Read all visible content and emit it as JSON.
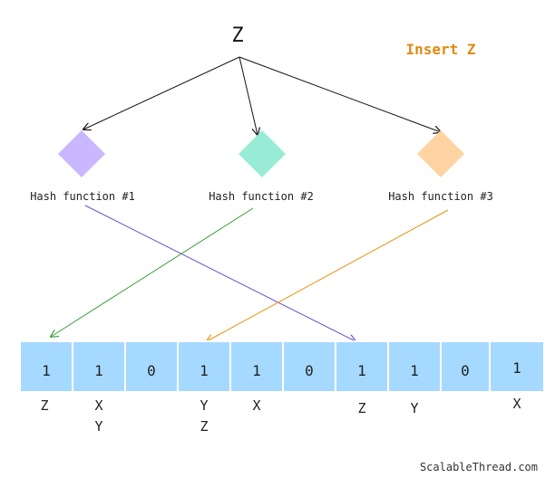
{
  "title": "Insert Z",
  "root": "Z",
  "hash_functions": [
    {
      "label": "Hash function #1",
      "color": "#c9b7ff",
      "arrow_color": "#6a4fd6",
      "target_cell": 6
    },
    {
      "label": "Hash function #2",
      "color": "#98ecd5",
      "arrow_color": "#3a9d3a",
      "target_cell": 0
    },
    {
      "label": "Hash function #3",
      "color": "#ffd3a2",
      "arrow_color": "#e8910f",
      "target_cell": 3
    }
  ],
  "bit_array": {
    "cell_color": "#a6d9ff",
    "bits": [
      "1",
      "1",
      "0",
      "1",
      "1",
      "0",
      "1",
      "1",
      "0",
      "1"
    ],
    "elements": [
      [
        "Z"
      ],
      [
        "X",
        "Y"
      ],
      [],
      [
        "Y",
        "Z"
      ],
      [
        "X"
      ],
      [],
      [
        "Z"
      ],
      [
        "Y"
      ],
      [],
      [
        "X"
      ]
    ]
  },
  "footer": "ScalableThread.com"
}
